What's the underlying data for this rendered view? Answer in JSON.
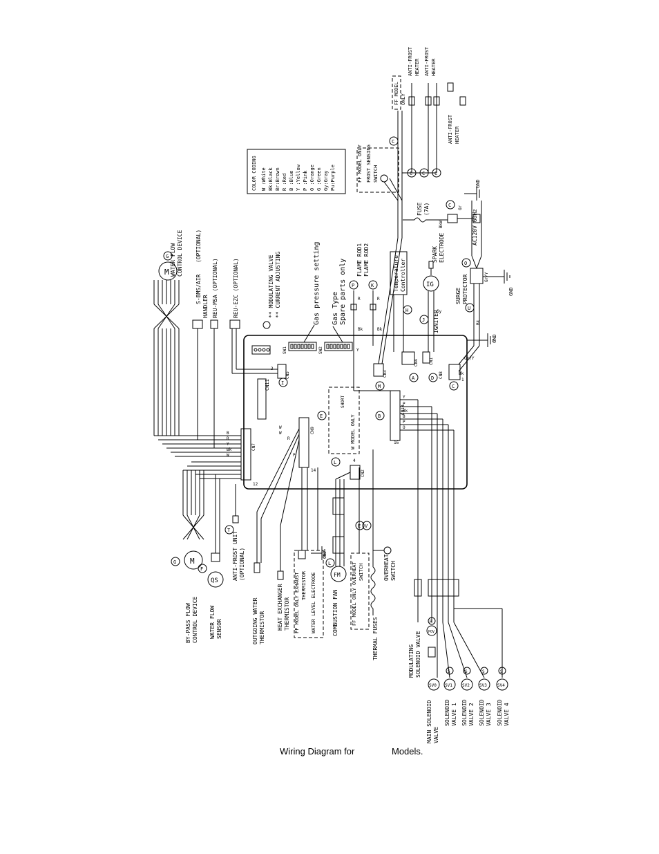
{
  "caption": {
    "left": "Wiring Diagram for",
    "right": "Models."
  },
  "color_coding": {
    "title": "COLOR CODING",
    "entries": [
      "W :White",
      "Bk:Black",
      "Br:Brown",
      "R :Red",
      "B :Blue",
      "Y :Yellow",
      "P :Pink",
      "O :Orange",
      "G :Green",
      "Gy:Gray",
      "Pu:Purple"
    ]
  },
  "labels": {
    "water_flow_control": [
      "WATER FLOW",
      "CONTROL DEVICE"
    ],
    "s_bms_air": "S-BMS/AIR",
    "handler": "HANDLER",
    "optional_paren": "(OPTIONAL)",
    "reu_msa": "REU-MSA (OPTIONAL)",
    "reu_ezc": "REU-EZC (OPTIONAL)",
    "modulating_valve": "** MODULATING VALVE",
    "current_adjusting": "** CURRENT ADJUSTING",
    "gas_pressure_setting": "Gas pressure setting",
    "gas_type": "Gas Type",
    "spare_parts_only": "Spare parts only",
    "flame_rod1": "FLAME ROD1",
    "flame_rod2": "FLAME ROD2",
    "temperature_controller": [
      "Temperature",
      "Controller"
    ],
    "spark_electrode": [
      "SPARK",
      "ELECTRODE"
    ],
    "surge_protector": [
      "SURGE",
      "PROTECTOR"
    ],
    "igniter": "IGNITER",
    "ig": "IG",
    "fuse": [
      "FUSE",
      "(7A)"
    ],
    "ac120": "AC120V 60Hz",
    "gnd": "GND",
    "ff_model_only": "FF MODEL ONLY",
    "frost_sensing": [
      "FROST SENSING",
      "SWITCH"
    ],
    "ff_model_only_short": [
      "FF MODEL",
      "ONLY"
    ],
    "anti_frost_heater": [
      "ANTI-FROST",
      "HEATER"
    ],
    "w_model_only": "W MODEL ONLY",
    "short": "SHORT",
    "bypass_flow": [
      "BY-PASS FLOW",
      "CONTROL DEVICE"
    ],
    "water_flow_sensor": [
      "WATER FLOW",
      "SENSOR"
    ],
    "qs": "QS",
    "anti_frost_unit": [
      "ANTI-FROST UNIT",
      "(OPTIONAL)"
    ],
    "outgoing_water": [
      "OUTGOING WATER",
      "THERMISTOR"
    ],
    "heat_exchanger": [
      "HEAT EXCHANGER",
      "THERMISTOR"
    ],
    "ff_model_only_exhaust": "FF MODEL ONLY EXHAUST",
    "exhaust_thermistor": "THERMISTOR",
    "water_level_electrode": "WATER LEVEL ELECTRODE",
    "combustion_fan": "COMBUSTION FAN",
    "fm": "FM",
    "ff_model_only_overheat": "FF MODEL ONLY OVERHEAT",
    "overheat_switch_word": "SWITCH",
    "overheat_switch": [
      "OVERHEAT",
      "SWITCH"
    ],
    "thermal_fuses": "THERMAL FUSES",
    "modulating_solenoid": [
      "MODULATING",
      "SOLENOID VALVE"
    ],
    "pov": "POV",
    "main_solenoid": [
      "MAIN SOLENOID",
      "VALVE"
    ],
    "solenoid_1": [
      "SOLENOID",
      "VALVE 1"
    ],
    "solenoid_2": [
      "SOLENOID",
      "VALVE 2"
    ],
    "solenoid_3": [
      "SOLENOID",
      "VALVE 3"
    ],
    "solenoid_4": [
      "SOLENOID",
      "VALVE 4"
    ],
    "sv0": "SV0",
    "sv1": "SV1",
    "sv2": "SV2",
    "sv3": "SV3",
    "sv4": "SV4",
    "m": "M",
    "cn1": "CN1",
    "cn2": "CN2",
    "cn3": "CN3",
    "cn4": "CN4",
    "cn5": "CN5",
    "cn7": "CN7",
    "cn8": "CN8",
    "cn9": "CN9",
    "cn10": "CN10",
    "cn11": "CN11",
    "sw1": "SW1",
    "sw2": "SW2"
  },
  "wire_tags": {
    "red": "R",
    "white": "W",
    "black": "Bk",
    "yellow": "Y",
    "blue": "B",
    "pink": "P",
    "orange": "O",
    "gray": "Gy",
    "brown": "Br",
    "gr": "Gr",
    "gry": "Gr/Y",
    "bkw": "BkW"
  },
  "markers": {
    "a": "A",
    "b": "B",
    "c": "C",
    "d": "D",
    "e": "E",
    "f": "F",
    "g": "G",
    "h": "H",
    "i": "I",
    "j": "J",
    "k": "K",
    "l": "L",
    "m": "M",
    "o": "O",
    "p": "P",
    "r": "R",
    "s": "S",
    "t": "T",
    "u": "U",
    "v": "V"
  },
  "pin_numbers": {
    "n1": "1",
    "n2": "2",
    "n3": "3",
    "n4": "4",
    "n12": "12",
    "n14": "14",
    "n16": "16",
    "n3a": "3"
  }
}
